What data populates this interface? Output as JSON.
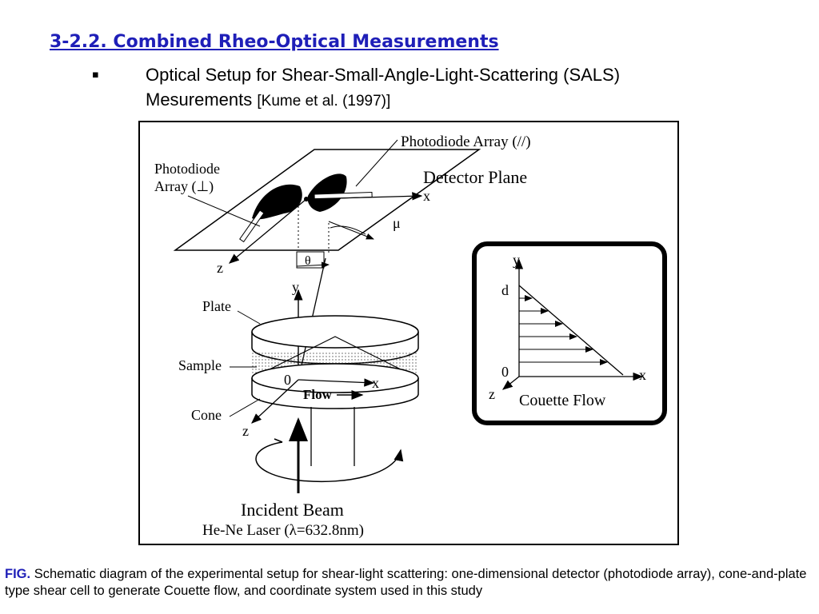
{
  "slide": {
    "title": "3-2.2. Combined Rheo-Optical Measurements",
    "bullet": {
      "marker": "▪",
      "text_main": "Optical Setup for Shear-Small-Angle-Light-Scattering (SALS) Mesurements",
      "citation": "[Kume et al. (1997)]"
    }
  },
  "figure": {
    "labels": {
      "photodiode_array_parallel": "Photodiode Array (//)",
      "photodiode_array_perp_line1": "Photodiode",
      "photodiode_array_perp_line2": "Array (⊥)",
      "detector_plane": "Detector Plane",
      "x_top": "x",
      "mu": "μ",
      "z_top": "z",
      "theta": "θ",
      "y_axis": "y",
      "plate": "Plate",
      "sample": "Sample",
      "zero": "0",
      "x_mid": "x",
      "flow": "Flow",
      "cone": "Cone",
      "z_bottom": "z",
      "incident_beam": "Incident Beam",
      "laser": "He-Ne Laser (λ=632.8nm)"
    },
    "inset": {
      "y": "y",
      "d": "d",
      "zero": "0",
      "x": "x",
      "z": "z",
      "title": "Couette Flow"
    }
  },
  "caption": {
    "label": "FIG.",
    "text": "Schematic diagram of the experimental setup for shear-light scattering: one-dimensional detector (photodiode array), cone-and-plate type shear cell to generate Couette flow, and coordinate system used in this study"
  }
}
